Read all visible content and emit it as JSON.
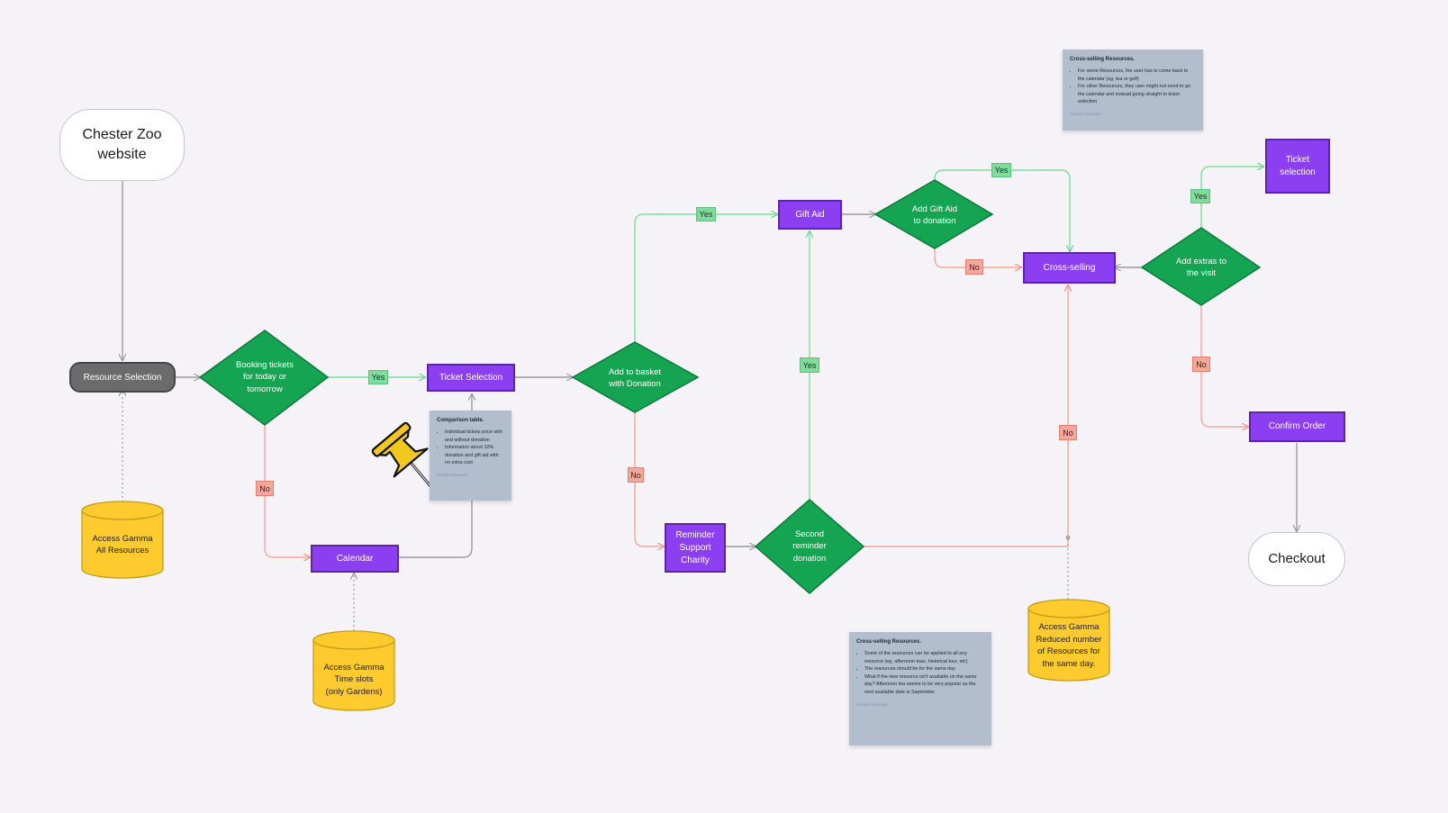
{
  "nodes": {
    "start": "Chester Zoo\nwebsite",
    "resource_selection": "Resource Selection",
    "booking_decision": "Booking tickets\nfor today or\ntomorrow",
    "ticket_selection": "Ticket Selection",
    "calendar": "Calendar",
    "add_basket_decision": "Add to basket\nwith Donation",
    "reminder": "Reminder\nSupport\nCharity",
    "second_reminder": "Second\nreminder\ndonation",
    "gift_aid": "Gift Aid",
    "add_gift_aid_decision": "Add Gift Aid\nto donation",
    "cross_selling": "Cross-selling",
    "add_extras_decision": "Add extras to\nthe visit",
    "ticket_selection_2": "Ticket\nselection",
    "confirm_order": "Confirm Order",
    "checkout": "Checkout"
  },
  "databases": {
    "all_resources": "Access Gamma\nAll Resources",
    "time_slots": "Access Gamma\nTime slots\n(only Gardens)",
    "reduced": "Access Gamma\nReduced number\nof Resources for\nthe same day."
  },
  "labels": {
    "yes": "Yes",
    "no": "No"
  },
  "notes": {
    "comparison": {
      "title": "Comparison table.",
      "items": [
        "Individual tickets price with and without donation",
        "Information about 10% donation and gift aid with no extra cost"
      ],
      "footer": "Product Manager"
    },
    "cross_top": {
      "title": "Cross-selling Resources.",
      "items": [
        "For some Resources, the user has to come back to the calendar (eg. tea or golf)",
        "For other Resources, they user might not need to go the calendar and instead going straight to ticket selection"
      ],
      "footer": "Product Manager"
    },
    "cross_bottom": {
      "title": "Cross-selling Resources.",
      "items": [
        "Some of the resources can be applied to all any resource (eg. afternoon teas, historical tour, etc)",
        "The resources should be for the same day",
        "What if the new resource isn't available on the same day? Afternoon tea seems to be very popular as the next available date is September"
      ],
      "footer": "Product Manager"
    }
  },
  "colors": {
    "process": "#8b3ff0",
    "decision": "#15a552",
    "database": "#fdcb2e",
    "yes_line": "#7fdd9c",
    "no_line": "#f4a79a",
    "note": "#b2bdce"
  },
  "icons": [
    "pushpin-icon"
  ]
}
